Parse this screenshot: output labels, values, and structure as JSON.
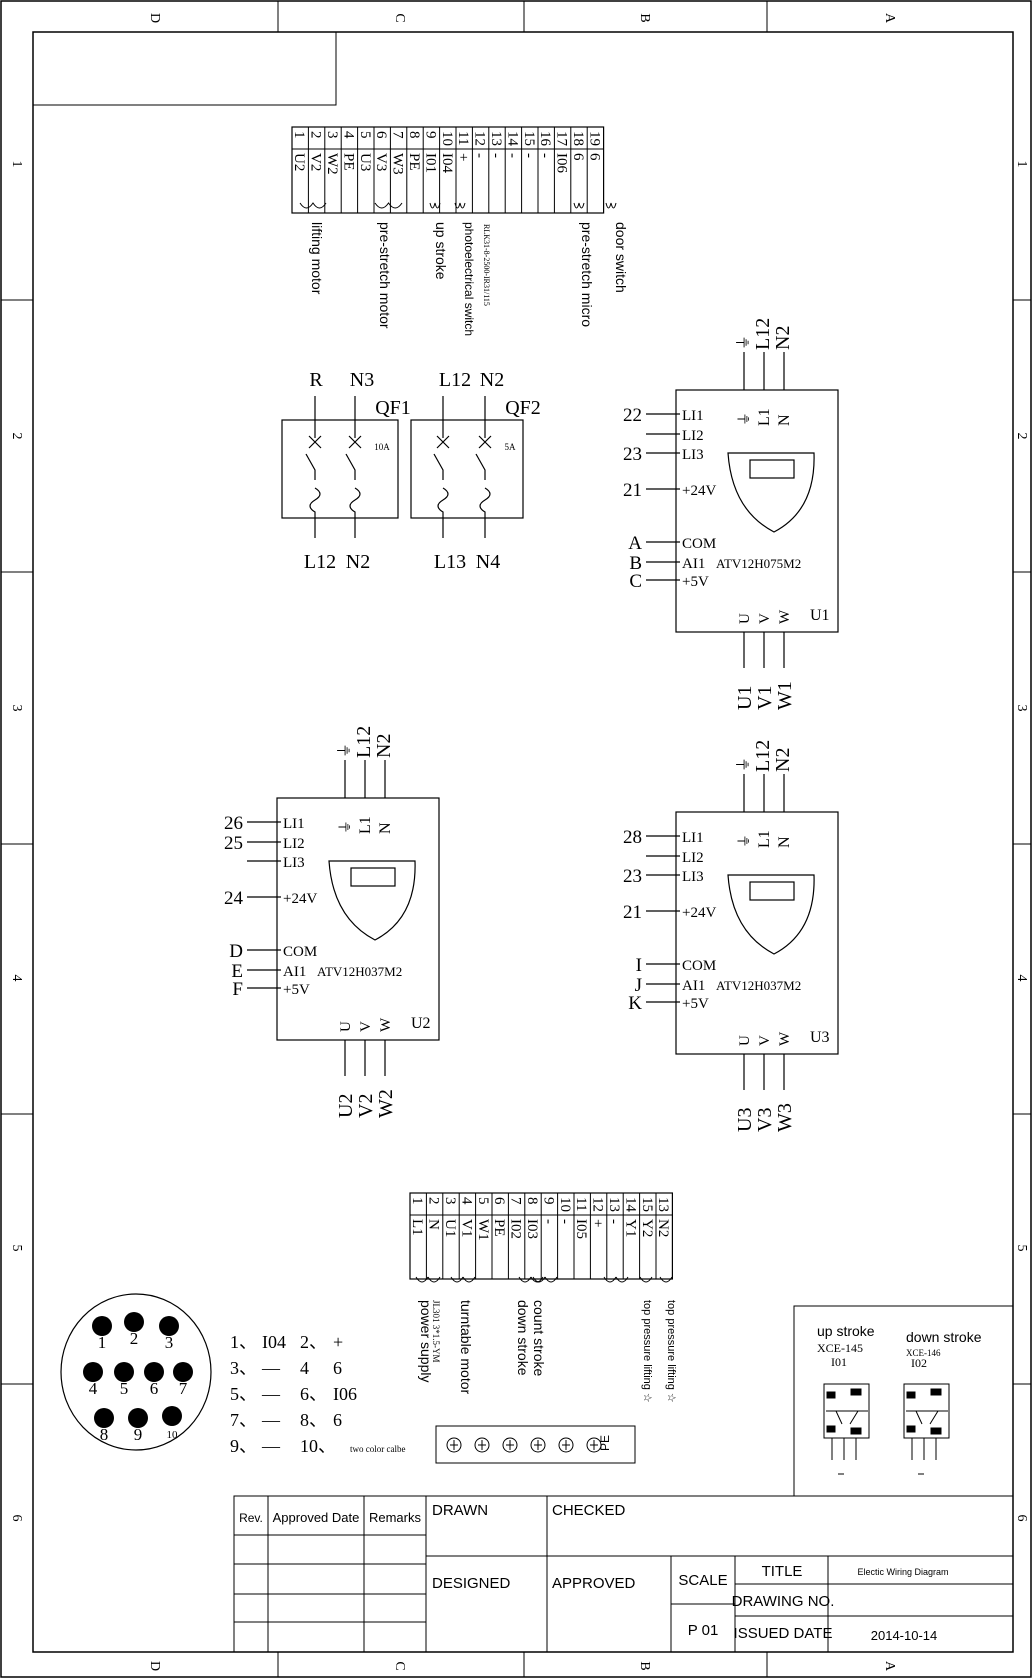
{
  "border": {
    "top_letters": [
      "D",
      "C",
      "B",
      "A"
    ],
    "bottom_letters": [
      "D",
      "C",
      "B",
      "A"
    ],
    "left_numbers": [
      "1",
      "2",
      "3",
      "4",
      "5",
      "6"
    ],
    "right_numbers": [
      "1",
      "2",
      "3",
      "4",
      "5",
      "6"
    ]
  },
  "terminal_top": {
    "numbers": [
      "1",
      "2",
      "3",
      "4",
      "5",
      "6",
      "7",
      "8",
      "9",
      "10",
      "11",
      "12",
      "13",
      "14",
      "15",
      "16",
      "17",
      "18",
      "19"
    ],
    "signals": [
      "U2",
      "V2",
      "W2",
      "PE",
      "U3",
      "V3",
      "W3",
      "PE",
      "I01",
      "I04",
      "+",
      "-",
      "-",
      "-",
      "-",
      "-",
      "I06",
      "6",
      "6"
    ],
    "labels": {
      "lifting_motor": "lifting motor",
      "prestretch_motor": "pre-stretch motor",
      "up_stroke": "up stroke",
      "photo_model": "RLK31-8-2500-IR31/115",
      "photoelectrical": "photoelectrical switch",
      "prestretch_micro": "pre-stretch micro",
      "door_switch": "door switch"
    }
  },
  "breakers": {
    "qf1": {
      "name": "QF1",
      "rating": "10A",
      "in_l": "R",
      "in_r": "N3",
      "out_l": "L12",
      "out_r": "N2"
    },
    "qf2": {
      "name": "QF2",
      "rating": "5A",
      "in_l": "L12",
      "in_r": "N2",
      "out_l": "L13",
      "out_r": "N4"
    }
  },
  "inverters": {
    "common": {
      "li1": "LI1",
      "li2": "LI2",
      "li3": "LI3",
      "v24": "+24V",
      "com": "COM",
      "ai1": "AI1",
      "v5": "+5V",
      "l1": "L1",
      "n": "N",
      "u": "U",
      "v": "V",
      "w": "W",
      "sup_l12": "L12",
      "sup_n2": "N2"
    },
    "u1": {
      "name": "U1",
      "model": "ATV12H075M2",
      "in_li1": "22",
      "in_li3": "23",
      "in_24v": "21",
      "in_com": "A",
      "in_ai1": "B",
      "in_5v": "C",
      "out": [
        "U1",
        "V1",
        "W1"
      ]
    },
    "u2": {
      "name": "U2",
      "model": "ATV12H037M2",
      "in_li1": "26",
      "in_li2": "25",
      "in_24v": "24",
      "in_com": "D",
      "in_ai1": "E",
      "in_5v": "F",
      "out": [
        "U2",
        "V2",
        "W2"
      ]
    },
    "u3": {
      "name": "U3",
      "model": "ATV12H037M2",
      "in_li1": "28",
      "in_li3": "23",
      "in_24v": "21",
      "in_com": "I",
      "in_ai1": "J",
      "in_5v": "K",
      "out": [
        "U3",
        "V3",
        "W3"
      ]
    }
  },
  "terminal_bottom": {
    "numbers": [
      "1",
      "2",
      "3",
      "4",
      "5",
      "6",
      "7",
      "8",
      "9",
      "10",
      "11",
      "12",
      "13",
      "14",
      "15",
      "13"
    ],
    "signals": [
      "L1",
      "N",
      "U1",
      "V1",
      "W1",
      "PE",
      "I02",
      "I03",
      "-",
      "-",
      "I05",
      "+",
      "-",
      "Y1",
      "Y2",
      "N2"
    ],
    "labels": {
      "power_supply": "power supply",
      "power_cable": "JL301 3*1.5-YM",
      "turntable_motor": "turntable motor",
      "down_stroke": "down stroke",
      "count_stroke": "count stroke",
      "top_pressure_1": "top pressure lifting ☆",
      "top_pressure_2": "top pressure lifting ☆"
    }
  },
  "connector": {
    "pins": [
      "1",
      "2",
      "3",
      "4",
      "5",
      "6",
      "7",
      "8",
      "9",
      "10"
    ],
    "legend": [
      {
        "a": "1、",
        "b": "I04",
        "c": "2、",
        "d": "+"
      },
      {
        "a": "3、",
        "b": "—",
        "c": "4",
        "d": "6"
      },
      {
        "a": "5、",
        "b": "—",
        "c": "6、",
        "d": "I06"
      },
      {
        "a": "7、",
        "b": "—",
        "c": "8、",
        "d": "6"
      },
      {
        "a": "9、",
        "b": "—",
        "c": "10、",
        "d": "two color calbe"
      }
    ]
  },
  "ground_strip": {
    "pe_label": "PE"
  },
  "limit_switches": {
    "up_title": "up stroke",
    "up_model": "XCE-145",
    "up_code": "I01",
    "down_title": "down stroke",
    "down_model": "XCE-146",
    "down_code": "I02"
  },
  "title_block": {
    "rev": "Rev.",
    "approved_date": "Approved Date",
    "remarks": "Remarks",
    "drawn": "DRAWN",
    "checked": "CHECKED",
    "designed": "DESIGNED",
    "approved": "APPROVED",
    "scale": "SCALE",
    "page": "P 01",
    "title_label": "TITLE",
    "title_value": "Electic Wiring Diagram",
    "drawing_no": "DRAWING NO.",
    "issued_date": "ISSUED DATE",
    "issued_value": "2014-10-14"
  }
}
